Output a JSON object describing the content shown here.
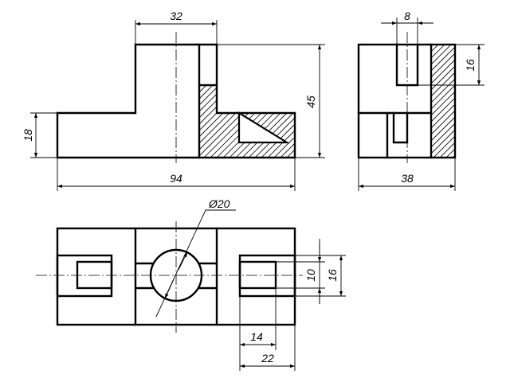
{
  "drawing": {
    "dimensions": {
      "front_width": "32",
      "front_height": "45",
      "front_base_height": "18",
      "front_length": "94",
      "side_slot": "8",
      "side_height": "16",
      "side_width": "38",
      "hole_diameter": "Ø20",
      "top_slot_inner": "10",
      "top_slot_outer": "16",
      "top_len_inner": "14",
      "top_len_outer": "22"
    },
    "colors": {
      "line": "#000000",
      "background": "#ffffff"
    }
  }
}
